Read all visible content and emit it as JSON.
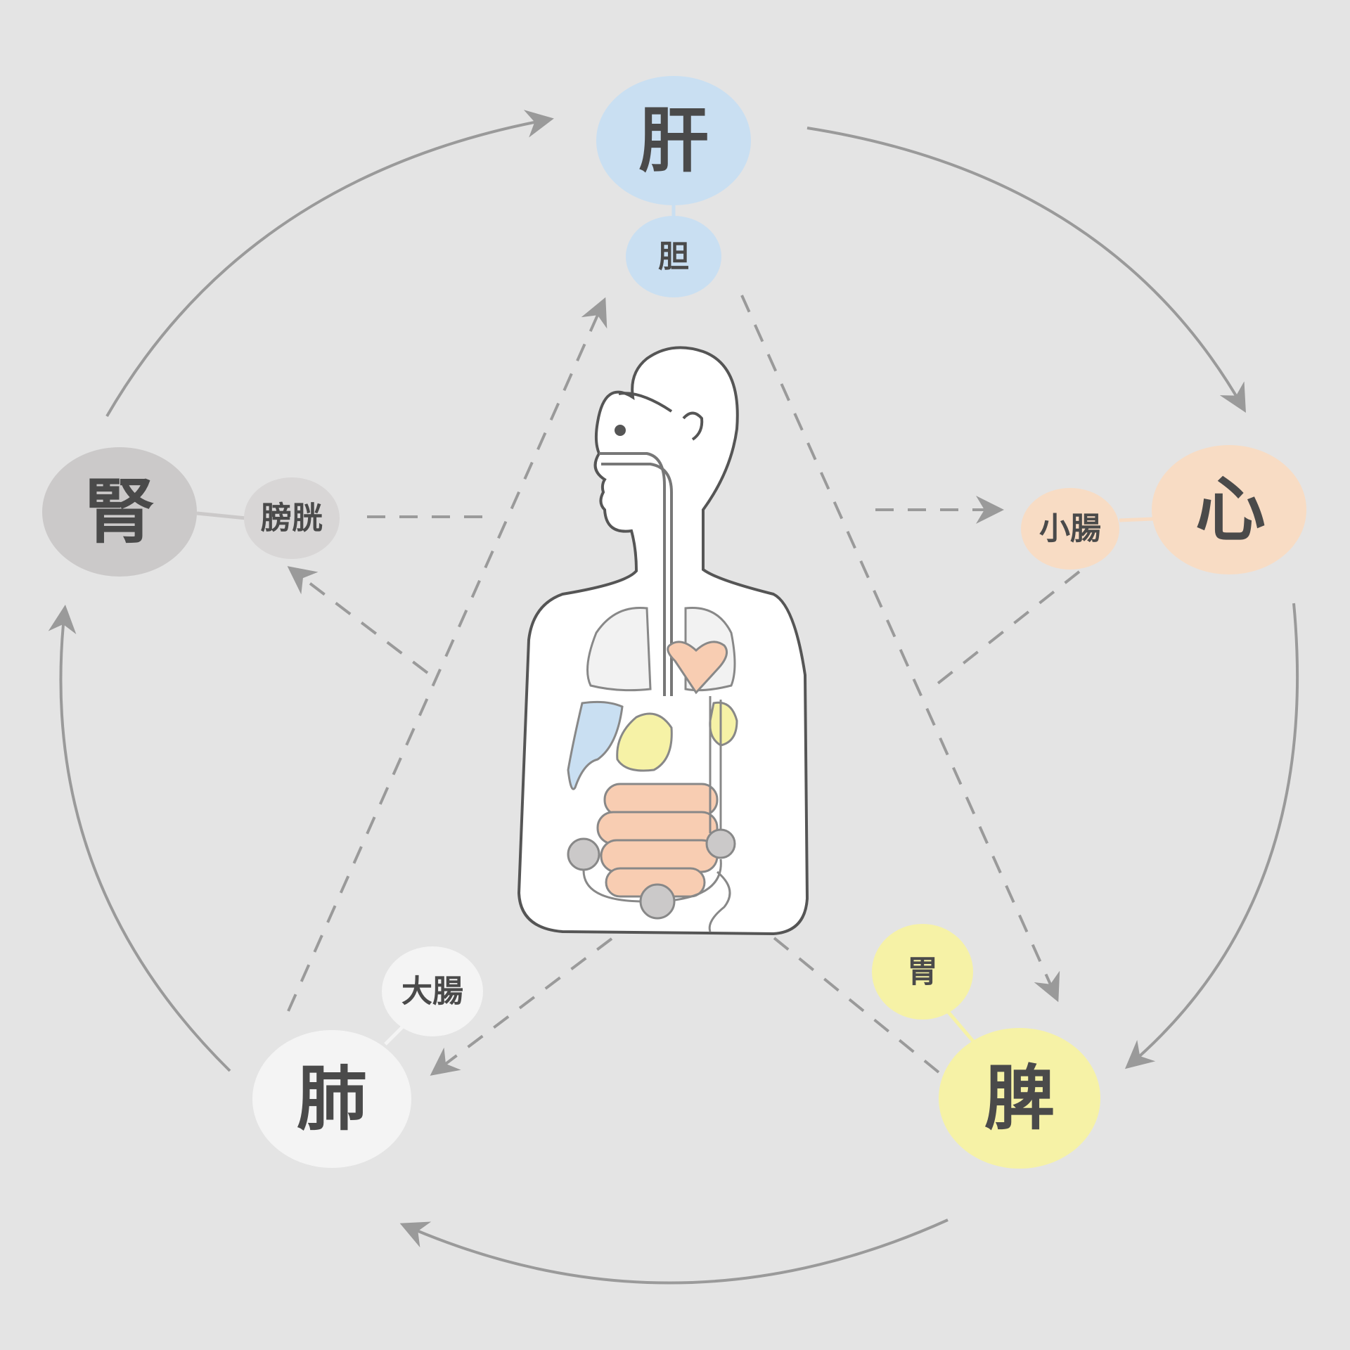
{
  "colors": {
    "background": "#e4e4e4",
    "arrow": "#9a9a9a",
    "wood": "#c9dff2",
    "fire": "#f8dcc4",
    "earth": "#f6f2a6",
    "metal": "#f4f4f4",
    "water": "#cbc9c9"
  },
  "organs": {
    "liver": {
      "zang": "肝",
      "fu": "胆"
    },
    "heart": {
      "zang": "心",
      "fu": "小腸"
    },
    "spleen": {
      "zang": "脾",
      "fu": "胃"
    },
    "lung": {
      "zang": "肺",
      "fu": "大腸"
    },
    "kidney": {
      "zang": "腎",
      "fu": "膀胱"
    }
  },
  "illustration": {
    "icon": "human-torso-organs-illustration"
  }
}
